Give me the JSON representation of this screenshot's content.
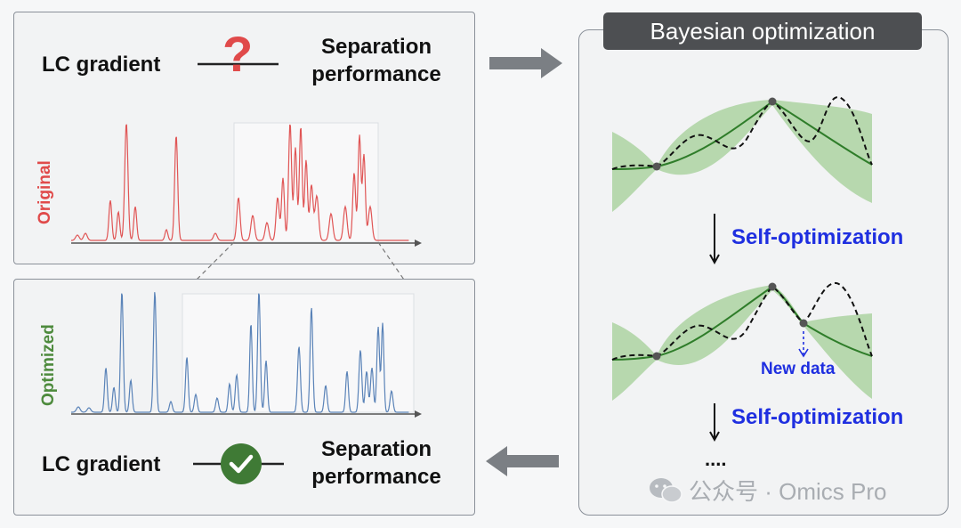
{
  "top_panel": {
    "lc_label": "LC gradient",
    "question_mark": "?",
    "sep_line1": "Separation",
    "sep_line2": "performance",
    "chrom_label": "Original"
  },
  "bottom_panel": {
    "lc_label": "LC gradient",
    "sep_line1": "Separation",
    "sep_line2": "performance",
    "chrom_label": "Optimized"
  },
  "bayes": {
    "title": "Bayesian optimization",
    "step1_label": "Self-optimization",
    "new_data_label": "New data",
    "step2_label": "Self-optimization",
    "ellipsis": "...."
  },
  "watermark": "公众号 · Omics Pro",
  "colors": {
    "original": "#e05555",
    "optimized": "#5a83b8",
    "check": "#3f7a35",
    "mean_line": "#2f7d2a",
    "confidence": "#a8d19c",
    "accent_blue": "#1f2fe0"
  }
}
